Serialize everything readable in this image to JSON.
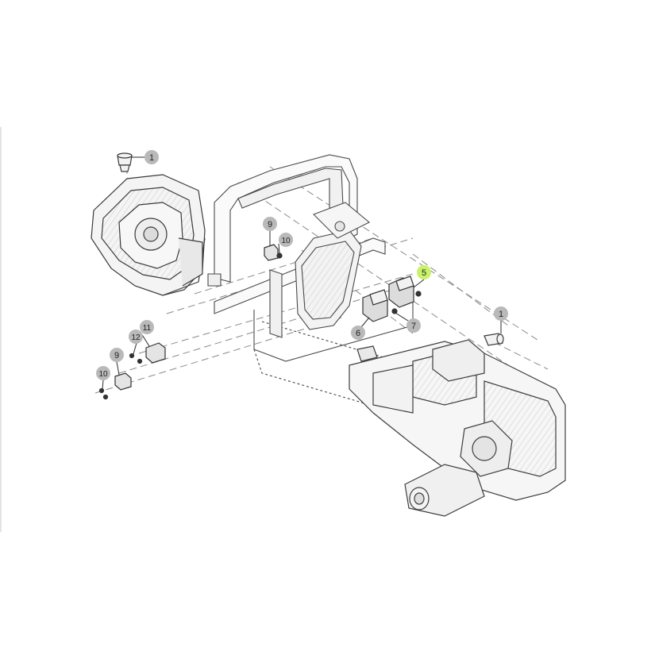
{
  "diagram": {
    "callout_style": {
      "default_fill": "#b9b9b9",
      "highlight_fill": "#c8f26a",
      "text_color": "#222222",
      "line_color": "#2b2b2b"
    },
    "callouts": [
      {
        "id": "c1a",
        "label": "1",
        "highlighted": false
      },
      {
        "id": "c1b",
        "label": "1",
        "highlighted": false
      },
      {
        "id": "c5",
        "label": "5",
        "highlighted": true
      },
      {
        "id": "c6",
        "label": "6",
        "highlighted": false
      },
      {
        "id": "c7",
        "label": "7",
        "highlighted": false
      },
      {
        "id": "c9a",
        "label": "9",
        "highlighted": false
      },
      {
        "id": "c10a",
        "label": "10",
        "highlighted": false
      },
      {
        "id": "c11",
        "label": "11",
        "highlighted": false
      },
      {
        "id": "c12",
        "label": "12",
        "highlighted": false
      },
      {
        "id": "c9b",
        "label": "9",
        "highlighted": false
      },
      {
        "id": "c10b",
        "label": "10",
        "highlighted": false
      }
    ]
  }
}
